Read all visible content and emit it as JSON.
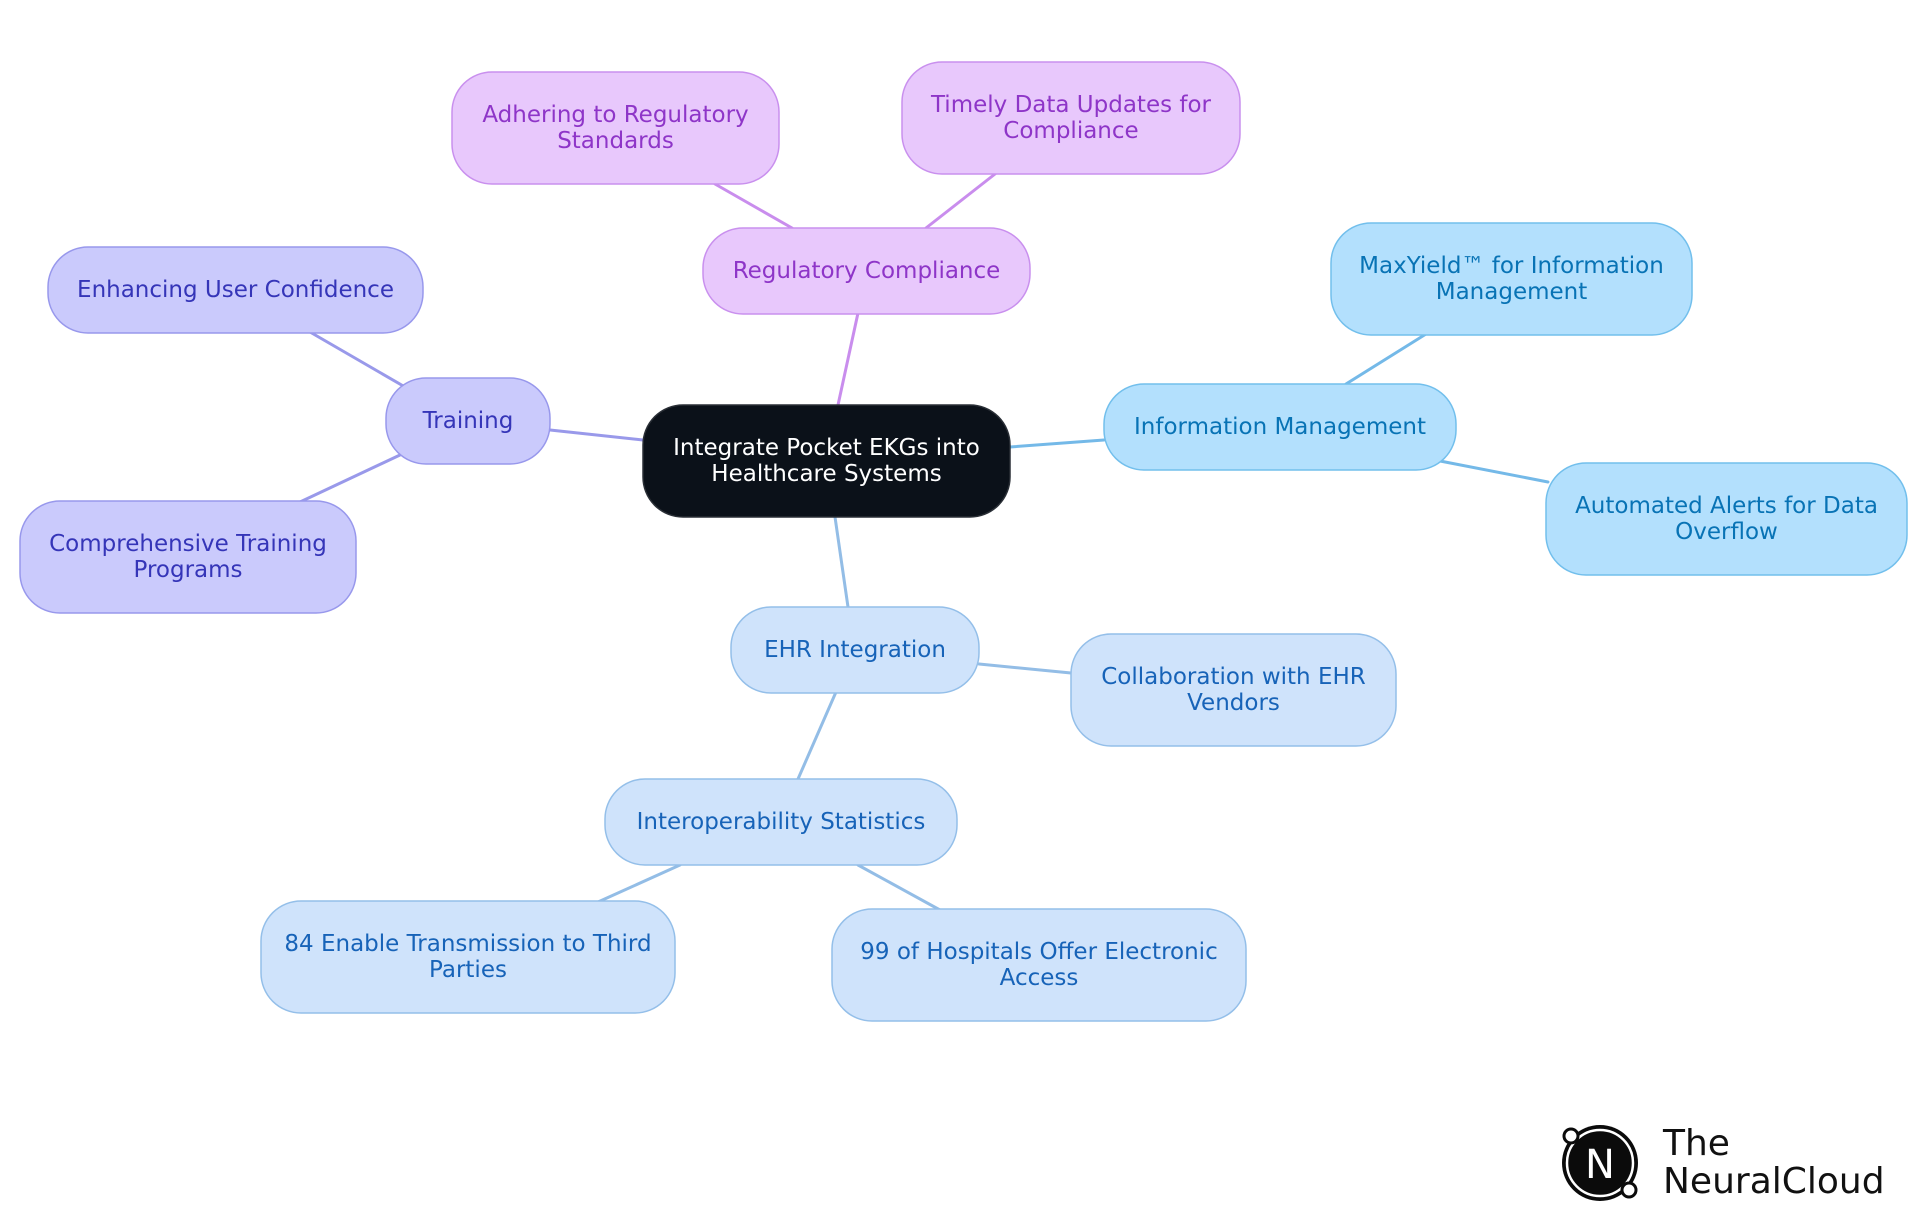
{
  "diagram": {
    "root": {
      "lines": [
        "Integrate Pocket EKGs into",
        "Healthcare Systems"
      ],
      "fill": "#0b1119",
      "text": "#ffffff"
    },
    "branches": [
      {
        "key": "regulatory",
        "color": {
          "fill": "#e8c8fc",
          "stroke": "#c990ee",
          "text": "#8e35c8",
          "edge": "#c98ded"
        },
        "node": {
          "lines": [
            "Regulatory Compliance"
          ]
        },
        "children": [
          {
            "lines": [
              "Adhering to Regulatory",
              "Standards"
            ]
          },
          {
            "lines": [
              "Timely Data Updates for",
              "Compliance"
            ]
          }
        ]
      },
      {
        "key": "training",
        "color": {
          "fill": "#cacafc",
          "stroke": "#9898ec",
          "text": "#3535b8",
          "edge": "#9999ea"
        },
        "node": {
          "lines": [
            "Training"
          ]
        },
        "children": [
          {
            "lines": [
              "Enhancing User Confidence"
            ]
          },
          {
            "lines": [
              "Comprehensive Training",
              "Programs"
            ]
          }
        ]
      },
      {
        "key": "information",
        "color": {
          "fill": "#b3e0fd",
          "stroke": "#72bfec",
          "text": "#0873b5",
          "edge": "#74b9e8"
        },
        "node": {
          "lines": [
            "Information Management"
          ]
        },
        "children": [
          {
            "lines": [
              "MaxYield™ for Information",
              "Management"
            ]
          },
          {
            "lines": [
              "Automated Alerts for Data",
              "Overflow"
            ]
          }
        ]
      },
      {
        "key": "ehr",
        "color": {
          "fill": "#cfe3fb",
          "stroke": "#94bfe9",
          "text": "#1763b8",
          "edge": "#93bde6"
        },
        "node": {
          "lines": [
            "EHR Integration"
          ]
        },
        "children": [
          {
            "lines": [
              "Collaboration with EHR",
              "Vendors"
            ]
          },
          {
            "lines": [
              "Interoperability Statistics"
            ],
            "children": [
              {
                "lines": [
                  "84 Enable Transmission to Third",
                  "Parties"
                ]
              },
              {
                "lines": [
                  "99 of Hospitals Offer Electronic",
                  "Access"
                ]
              }
            ]
          }
        ]
      }
    ]
  },
  "logo": {
    "line1": "The",
    "line2": "NeuralCloud",
    "mark_letter": "N"
  }
}
